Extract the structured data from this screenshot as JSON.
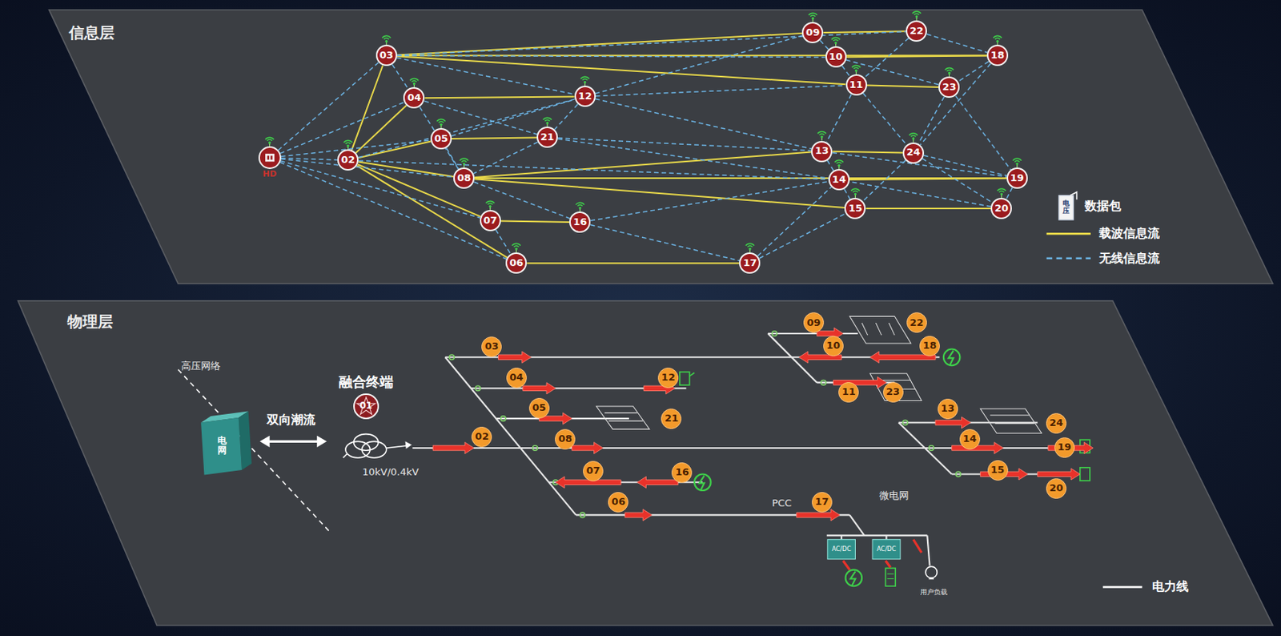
{
  "diagram": {
    "nodes": [
      {
        "text": [
          "HD"
        ]
      },
      {
        "text": [
          "03"
        ]
      },
      {
        "text": [
          "09"
        ]
      },
      {
        "text": [
          "22"
        ]
      },
      {
        "text": [
          "10"
        ]
      },
      {
        "text": [
          "18"
        ]
      },
      {
        "text": [
          "11"
        ]
      },
      {
        "text": [
          "23"
        ]
      },
      {
        "text": [
          "04"
        ]
      },
      {
        "text": [
          "12"
        ]
      },
      {
        "text": [
          "21"
        ]
      },
      {
        "text": [
          "05"
        ]
      },
      {
        "text": [
          "02"
        ]
      },
      {
        "text": [
          "13"
        ]
      },
      {
        "text": [
          "24"
        ]
      },
      {
        "text": [
          "08"
        ]
      },
      {
        "text": [
          "14"
        ]
      },
      {
        "text": [
          "19"
        ]
      },
      {
        "text": [
          "15"
        ]
      },
      {
        "text": [
          "20"
        ]
      },
      {
        "text": [
          "07"
        ]
      },
      {
        "text": [
          "16"
        ]
      },
      {
        "text": [
          "06"
        ]
      },
      {
        "text": [
          "17"
        ]
      },
      {
        "text": [
          "融合终端",
          "01"
        ]
      },
      {
        "text": [
          "03"
        ]
      },
      {
        "text": [
          "09"
        ]
      },
      {
        "text": [
          "22"
        ]
      },
      {
        "text": [
          "10"
        ]
      },
      {
        "text": [
          "18"
        ]
      },
      {
        "text": [
          "04"
        ]
      },
      {
        "text": [
          "12"
        ]
      },
      {
        "text": [
          "11"
        ]
      },
      {
        "text": [
          "23"
        ]
      },
      {
        "text": [
          "05"
        ]
      },
      {
        "text": [
          "21"
        ]
      },
      {
        "text": [
          "13"
        ]
      },
      {
        "text": [
          "24"
        ]
      },
      {
        "text": [
          "02"
        ]
      },
      {
        "text": [
          "08"
        ]
      },
      {
        "text": [
          "14"
        ]
      },
      {
        "text": [
          "19"
        ]
      },
      {
        "text": [
          "07"
        ]
      },
      {
        "text": [
          "16"
        ]
      },
      {
        "text": [
          "15"
        ]
      },
      {
        "text": [
          "20"
        ]
      },
      {
        "text": [
          "06"
        ]
      },
      {
        "text": [
          "17"
        ]
      }
    ],
    "edges": [
      {
        "from": 12,
        "to": 1,
        "arrow": "none"
      },
      {
        "from": 12,
        "to": 8,
        "arrow": "none"
      },
      {
        "from": 12,
        "to": 11,
        "arrow": "none"
      },
      {
        "from": 12,
        "to": 15,
        "arrow": "none"
      },
      {
        "from": 12,
        "to": 20,
        "arrow": "none"
      },
      {
        "from": 12,
        "to": 22,
        "arrow": "none"
      },
      {
        "from": 1,
        "to": 5,
        "arrow": "none"
      },
      {
        "from": 1,
        "to": 6,
        "arrow": "none"
      },
      {
        "from": 1,
        "to": 2,
        "arrow": "none"
      },
      {
        "from": 8,
        "to": 9,
        "arrow": "none"
      },
      {
        "from": 11,
        "to": 10,
        "arrow": "none"
      },
      {
        "from": 15,
        "to": 13,
        "arrow": "none"
      },
      {
        "from": 15,
        "to": 17,
        "arrow": "none"
      },
      {
        "from": 15,
        "to": 18,
        "arrow": "none"
      },
      {
        "from": 20,
        "to": 21,
        "arrow": "none"
      },
      {
        "from": 22,
        "to": 23,
        "arrow": "none"
      },
      {
        "from": 2,
        "to": 3,
        "arrow": "none"
      },
      {
        "from": 6,
        "to": 7,
        "arrow": "none"
      },
      {
        "from": 13,
        "to": 14,
        "arrow": "none"
      },
      {
        "from": 16,
        "to": 17,
        "arrow": "none"
      },
      {
        "from": 18,
        "to": 19,
        "arrow": "none"
      },
      {
        "from": 4,
        "to": 5,
        "arrow": "none"
      },
      {
        "from": 0,
        "to": 1,
        "arrow": "none"
      },
      {
        "from": 0,
        "to": 8,
        "arrow": "none"
      },
      {
        "from": 0,
        "to": 11,
        "arrow": "none"
      },
      {
        "from": 0,
        "to": 12,
        "arrow": "none"
      },
      {
        "from": 0,
        "to": 15,
        "arrow": "none"
      },
      {
        "from": 0,
        "to": 20,
        "arrow": "none"
      },
      {
        "from": 0,
        "to": 22,
        "arrow": "none"
      },
      {
        "from": 1,
        "to": 8,
        "arrow": "none"
      },
      {
        "from": 1,
        "to": 9,
        "arrow": "none"
      },
      {
        "from": 1,
        "to": 4,
        "arrow": "none"
      },
      {
        "from": 1,
        "to": 3,
        "arrow": "none"
      },
      {
        "from": 8,
        "to": 10,
        "arrow": "none"
      },
      {
        "from": 9,
        "to": 10,
        "arrow": "none"
      },
      {
        "from": 9,
        "to": 6,
        "arrow": "none"
      },
      {
        "from": 9,
        "to": 13,
        "arrow": "none"
      },
      {
        "from": 9,
        "to": 2,
        "arrow": "none"
      },
      {
        "from": 10,
        "to": 15,
        "arrow": "none"
      },
      {
        "from": 10,
        "to": 13,
        "arrow": "none"
      },
      {
        "from": 10,
        "to": 16,
        "arrow": "none"
      },
      {
        "from": 11,
        "to": 9,
        "arrow": "none"
      },
      {
        "from": 15,
        "to": 21,
        "arrow": "none"
      },
      {
        "from": 21,
        "to": 23,
        "arrow": "none"
      },
      {
        "from": 21,
        "to": 16,
        "arrow": "none"
      },
      {
        "from": 20,
        "to": 22,
        "arrow": "none"
      },
      {
        "from": 23,
        "to": 18,
        "arrow": "none"
      },
      {
        "from": 23,
        "to": 16,
        "arrow": "none"
      },
      {
        "from": 4,
        "to": 6,
        "arrow": "none"
      },
      {
        "from": 4,
        "to": 7,
        "arrow": "none"
      },
      {
        "from": 3,
        "to": 5,
        "arrow": "none"
      },
      {
        "from": 3,
        "to": 6,
        "arrow": "none"
      },
      {
        "from": 2,
        "to": 4,
        "arrow": "none"
      },
      {
        "from": 5,
        "to": 7,
        "arrow": "none"
      },
      {
        "from": 5,
        "to": 14,
        "arrow": "none"
      },
      {
        "from": 6,
        "to": 13,
        "arrow": "none"
      },
      {
        "from": 6,
        "to": 14,
        "arrow": "none"
      },
      {
        "from": 7,
        "to": 17,
        "arrow": "none"
      },
      {
        "from": 7,
        "to": 14,
        "arrow": "none"
      },
      {
        "from": 13,
        "to": 16,
        "arrow": "none"
      },
      {
        "from": 13,
        "to": 17,
        "arrow": "none"
      },
      {
        "from": 14,
        "to": 17,
        "arrow": "none"
      },
      {
        "from": 14,
        "to": 18,
        "arrow": "none"
      },
      {
        "from": 16,
        "to": 18,
        "arrow": "none"
      },
      {
        "from": 17,
        "to": 19,
        "arrow": "none"
      },
      {
        "from": 19,
        "to": 16,
        "arrow": "none"
      },
      {
        "from": 14,
        "to": 19,
        "arrow": "none"
      },
      {
        "from": 12,
        "to": 16,
        "arrow": "none"
      },
      {
        "from": 12,
        "to": 9,
        "arrow": "none"
      },
      {
        "from": 11,
        "to": 15,
        "arrow": "none"
      },
      {
        "from": 8,
        "to": 15,
        "arrow": "none"
      }
    ],
    "labels": [
      "信息层",
      "电压",
      "物理层",
      "高压网络",
      "电网",
      "双向潮流",
      "10kV/0.4kV",
      "PCC",
      "微电网",
      "AC/DC",
      "AC/DC",
      "用户负载"
    ],
    "legend": [
      {
        "text": "数据包"
      },
      {
        "text": "载波信息流"
      },
      {
        "text": "无线信息流"
      },
      {
        "text": "电力线"
      }
    ]
  }
}
